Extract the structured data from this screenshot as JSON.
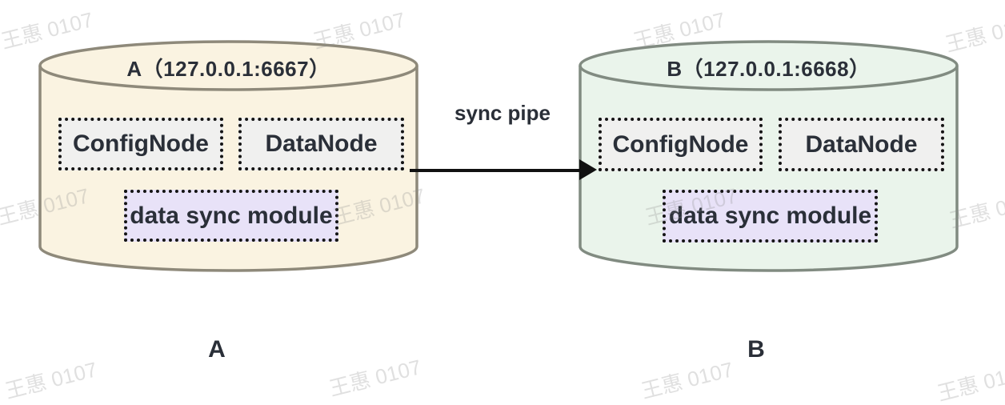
{
  "watermark": {
    "text": "王惠 0107"
  },
  "arrow": {
    "label": "sync pipe"
  },
  "nodeA": {
    "title": "A（127.0.0.1:6667）",
    "caption": "A",
    "components": {
      "config": "ConfigNode",
      "data": "DataNode",
      "sync": "data sync module"
    }
  },
  "nodeB": {
    "title": "B（127.0.0.1:6668）",
    "caption": "B",
    "components": {
      "config": "ConfigNode",
      "data": "DataNode",
      "sync": "data sync module"
    }
  },
  "colors": {
    "canvas_bg": "#ffffff",
    "node_a_fill": "#faf3e1",
    "node_a_stroke": "#8e897a",
    "node_b_fill": "#eaf4eb",
    "node_b_stroke": "#818b81",
    "component_fill": "#f0f0ef",
    "component_border": "#141414",
    "sync_module_fill": "#e8e2f8",
    "text": "#2a2f38",
    "arrow": "#111111",
    "watermark": "rgba(145,145,145,0.28)"
  }
}
